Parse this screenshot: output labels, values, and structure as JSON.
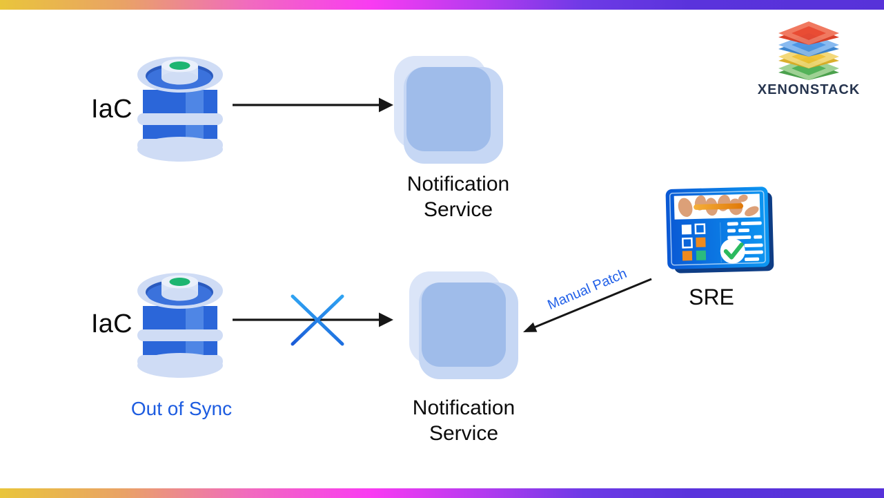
{
  "logo": {
    "text": "XENONSTACK"
  },
  "flows": {
    "top": {
      "source": "IaC",
      "target": "Notification Service"
    },
    "bottom": {
      "source": "IaC",
      "status": "Out of Sync",
      "target": "Notification Service",
      "patch": "Manual Patch",
      "actor": "SRE"
    }
  },
  "icons": {
    "database": "database-cylinder-icon",
    "service": "stacked-rounded-squares-icon",
    "sre": "dashboard-monitor-icon",
    "logo": "xenonstack-layers-icon"
  },
  "colors": {
    "gradient_bar": [
      "#e9c53b",
      "#f16bbe",
      "#f93bf2",
      "#6e3ae6",
      "#5732d9"
    ],
    "arrow": "#161616",
    "cross_blue_light": "#2fa3f2",
    "cross_blue_dark": "#1a5cd8",
    "status_blue": "#1d5ce0",
    "patch_blue": "#2160e8",
    "db_blue": "#2b66d9",
    "db_rim": "#cfdcf5",
    "db_green_top": "#1db571",
    "service_square": "#9fbcea",
    "logo_text": "#27354f"
  }
}
